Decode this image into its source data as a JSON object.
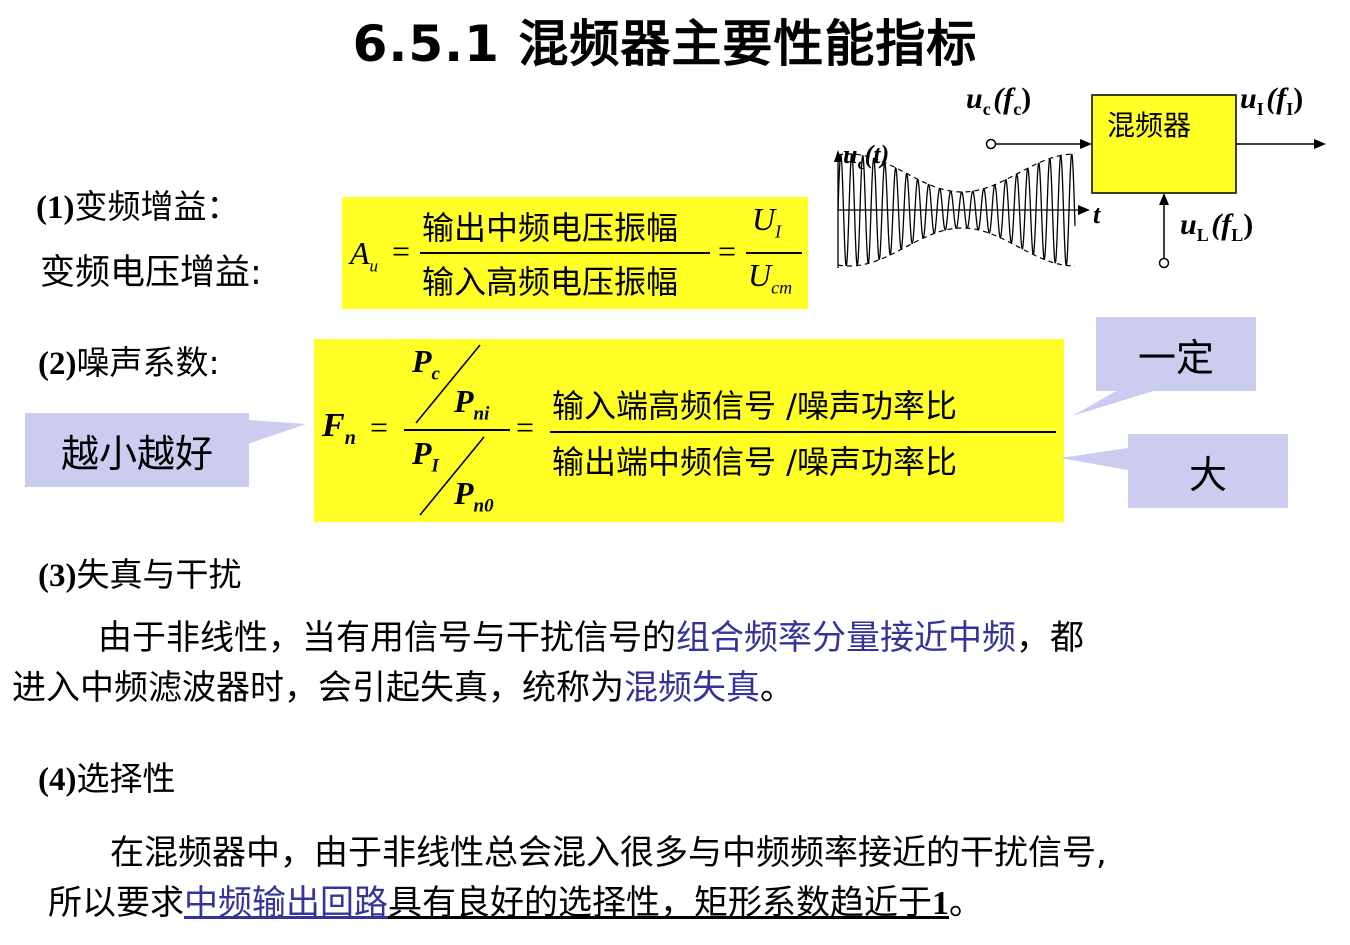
{
  "title": "6.5.1  混频器主要性能指标",
  "diagram": {
    "input_label_u": "u",
    "input_label_sub": "c",
    "input_label_f": "(f",
    "input_label_fsub": "c",
    "input_label_close": ")",
    "block_label": "混频器",
    "output_label_u": "u",
    "output_label_sub": "I",
    "output_label_f": "(f",
    "output_label_fsub": "I",
    "output_label_close": ")",
    "lo_label_u": "u",
    "lo_label_sub": "L",
    "lo_label_f": "(f",
    "lo_label_fsub": "L",
    "lo_label_close": ")",
    "wave_label_u": "u",
    "wave_label_sub": "c",
    "wave_label_t": "(t)",
    "axis_t": "t"
  },
  "section1": {
    "heading_num": "(1)",
    "heading_text": "变频增益：",
    "sub_heading": "变频电压增益:",
    "formula": {
      "lhs_main": "A",
      "lhs_sub": "u",
      "eq1": "=",
      "num_text": "输出中频电压振幅",
      "den_text": "输入高频电压振幅",
      "eq2": "=",
      "num2_main": "U",
      "num2_sub": "I",
      "den2_main": "U",
      "den2_sub": "cm"
    }
  },
  "section2": {
    "heading_num": "(2)",
    "heading_text": "噪声系数:",
    "formula": {
      "lhs_main": "F",
      "lhs_sub": "n",
      "eq1": "=",
      "pc_main": "P",
      "pc_sub": "c",
      "pni_main": "P",
      "pni_sub": "ni",
      "pi_main": "P",
      "pi_sub": "I",
      "pn0_main": "P",
      "pn0_sub": "n0",
      "eq2": "=",
      "num_text": "输入端高频信号 /噪声功率比",
      "den_text": "输出端中频信号 /噪声功率比"
    },
    "callout_left": "越小越好",
    "callout_top": "一定",
    "callout_bottom": "大"
  },
  "section3": {
    "heading_num": "(3)",
    "heading_text": "失真与干扰",
    "para_line1_a": "由于非线性，当有用信号与干扰信号的",
    "para_line1_blue": "组合频率分量接近中频",
    "para_line1_b": "，都",
    "para_line2_a": "进入中频滤波器时，会引起失真，统称为",
    "para_line2_blue": "混频失真",
    "para_line2_b": "。"
  },
  "section4": {
    "heading_num": "(4)",
    "heading_text": "选择性",
    "para_line1": "在混频器中，由于非线性总会混入很多与中频频率接近的干扰信号,",
    "para_line2_a": "所以要求",
    "para_line2_blue": "中频输出回路",
    "para_line2_u": "具有良好的选择性，矩形系数趋近于",
    "para_line2_num": "1",
    "para_line2_end": "。"
  },
  "colors": {
    "highlight": "#ffff26",
    "callout": "#ccccf0",
    "emphasis_blue": "#333399"
  }
}
